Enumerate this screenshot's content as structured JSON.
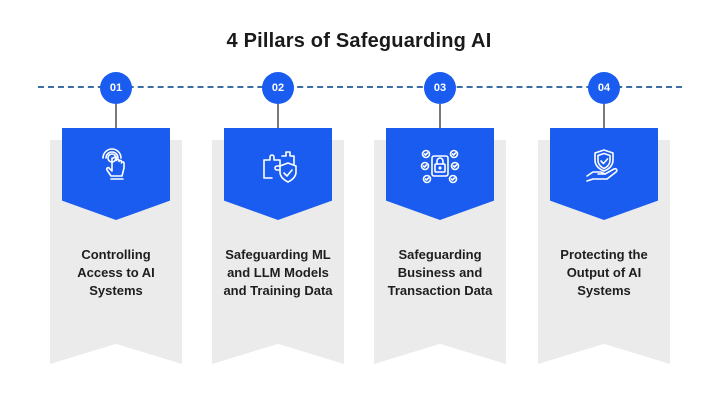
{
  "title": "4 Pillars of Safeguarding AI",
  "colors": {
    "accent": "#1a5cf0",
    "timeline": "#3a6ea5",
    "card": "#ebebeb",
    "text": "#1e1e1e"
  },
  "pillars": [
    {
      "number": "01",
      "icon": "touch-hand-icon",
      "label": "Controlling Access to AI Systems"
    },
    {
      "number": "02",
      "icon": "shield-puzzle-icon",
      "label": "Safeguarding ML and LLM Models and Training Data"
    },
    {
      "number": "03",
      "icon": "lock-checkmarks-icon",
      "label": "Safeguarding Business and Transaction Data"
    },
    {
      "number": "04",
      "icon": "hand-shield-icon",
      "label": "Protecting the Output of AI Systems"
    }
  ]
}
